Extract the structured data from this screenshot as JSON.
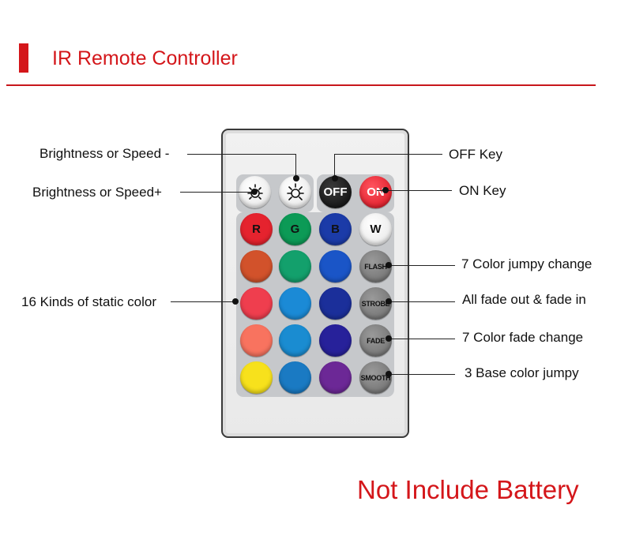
{
  "header": {
    "title": "IR Remote Controller",
    "accent_color": "#d4161a"
  },
  "labels": {
    "brightness_minus": "Brightness or Speed -",
    "brightness_plus": "Brightness or Speed+",
    "off_key": "OFF Key",
    "on_key": "ON Key",
    "static_color": "16 Kinds of static color",
    "flash": "7 Color jumpy change",
    "strobe": "All fade out & fade in",
    "fade": "7 Color fade change",
    "smooth": "3 Base color jumpy"
  },
  "remote": {
    "top_row": [
      {
        "icon": "brightness-down-icon",
        "text": ""
      },
      {
        "icon": "brightness-up-icon",
        "text": ""
      },
      {
        "icon": "",
        "text": "OFF"
      },
      {
        "icon": "",
        "text": "ON"
      }
    ],
    "color_rows": [
      [
        {
          "text": "R",
          "color": "#e5232e"
        },
        {
          "text": "G",
          "color": "#0c9a56"
        },
        {
          "text": "B",
          "color": "#1b3ba8"
        },
        {
          "text": "W",
          "color": "#ffffff"
        }
      ],
      [
        {
          "color": "#d2522b"
        },
        {
          "color": "#13a06c"
        },
        {
          "color": "#1a55c7"
        }
      ],
      [
        {
          "color": "#ef3e4e"
        },
        {
          "color": "#1b8ad6"
        },
        {
          "color": "#1b2f9a"
        }
      ],
      [
        {
          "color": "#f8735f"
        },
        {
          "color": "#1a8cd1"
        },
        {
          "color": "#27219a"
        }
      ],
      [
        {
          "color": "#f7e11c"
        },
        {
          "color": "#1a7ac3"
        },
        {
          "color": "#6c2896"
        }
      ]
    ],
    "mode_buttons": [
      "FLASH",
      "STROBE",
      "FADE",
      "SMOOTH"
    ]
  },
  "footer": {
    "note": "Not Include Battery"
  }
}
